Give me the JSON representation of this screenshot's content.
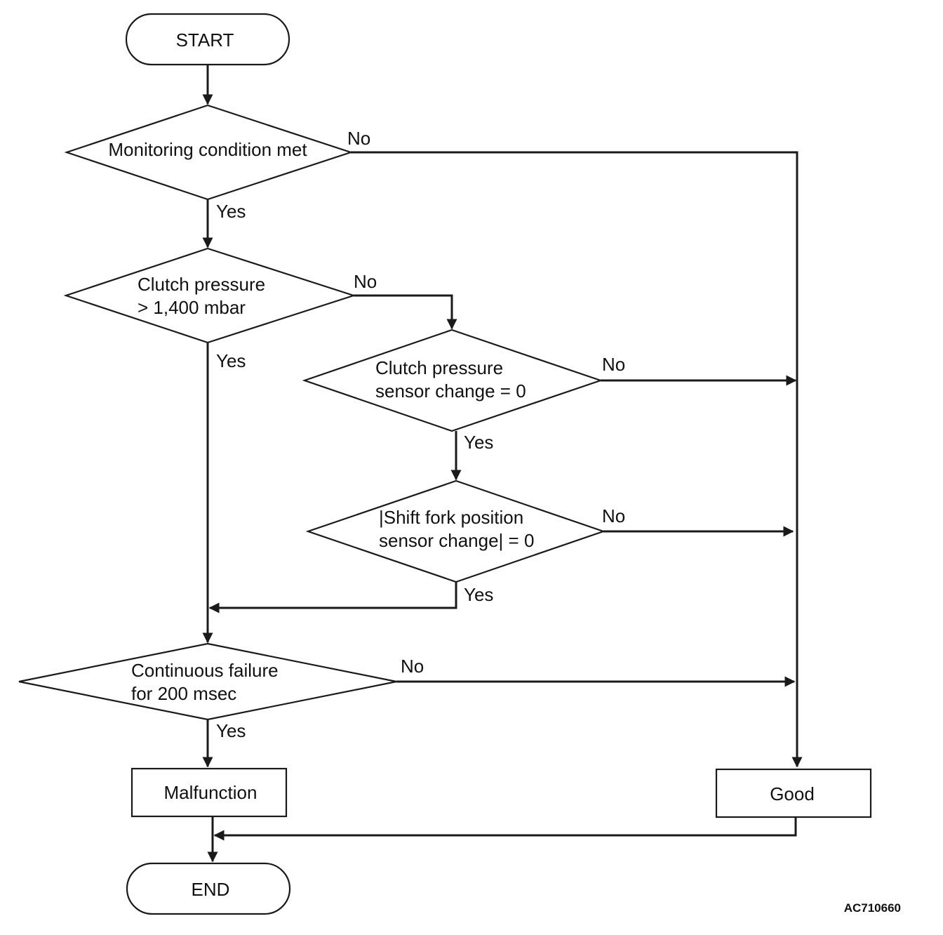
{
  "nodes": {
    "start": "START",
    "monitoring": "Monitoring condition met",
    "clutch_pressure": [
      "Clutch pressure",
      "> 1,400 mbar"
    ],
    "clutch_sensor": [
      "Clutch pressure",
      "sensor change = 0"
    ],
    "shift_fork": [
      "|Shift fork position",
      "sensor change| = 0"
    ],
    "continuous": [
      "Continuous failure",
      "for 200 msec"
    ],
    "malfunction": "Malfunction",
    "good": "Good",
    "end": "END"
  },
  "labels": {
    "yes": "Yes",
    "no": "No"
  },
  "figure_code": "AC710660"
}
